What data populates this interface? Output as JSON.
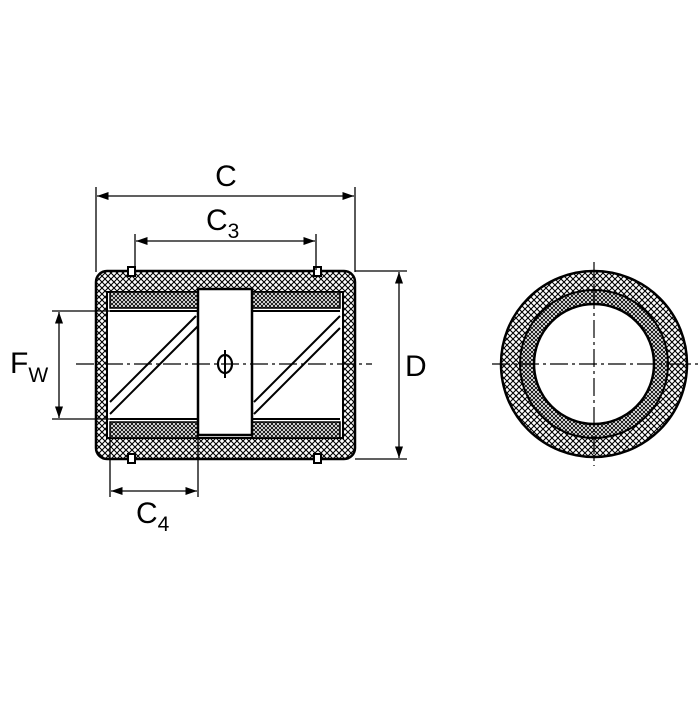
{
  "labels": {
    "c": {
      "main": "C"
    },
    "c3": {
      "main": "C",
      "sub": "3"
    },
    "c4": {
      "main": "C",
      "sub": "4"
    },
    "fw": {
      "main": "F",
      "sub": "W"
    },
    "d": {
      "main": "D"
    }
  },
  "colors": {
    "line": "#000000",
    "background": "#ffffff"
  }
}
